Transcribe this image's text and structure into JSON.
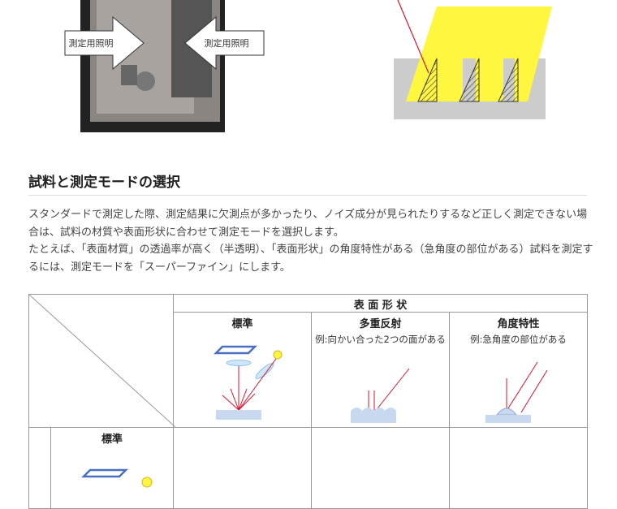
{
  "top_figure": {
    "callout_left": "測定用照明",
    "callout_right": "測定用照明"
  },
  "section": {
    "title": "試料と測定モードの選択",
    "paragraphs": [
      "スタンダードで測定した際、測定結果に欠測点が多かったり、ノイズ成分が見られたりするなど正しく測定できない場合は、試料の材質や表面形状に合わせて測定モードを選択します。",
      "たとえば、「表面材質」の透過率が高く（半透明）、「表面形状」の角度特性がある（急角度の部位がある）試料を測定するには、測定モードを「スーパーファイン」にします。"
    ]
  },
  "table": {
    "header": "表 面 形 状",
    "columns": [
      {
        "title": "標準",
        "example": ""
      },
      {
        "title": "多重反射",
        "example": "例:向かい合った2つの面がある"
      },
      {
        "title": "角度特性",
        "example": "例:急角度の部位がある"
      }
    ],
    "rows": [
      {
        "title": "標準"
      }
    ]
  },
  "colors": {
    "laser": "#e0102a",
    "light": "#fff640",
    "surface": "#c8d8ee"
  }
}
